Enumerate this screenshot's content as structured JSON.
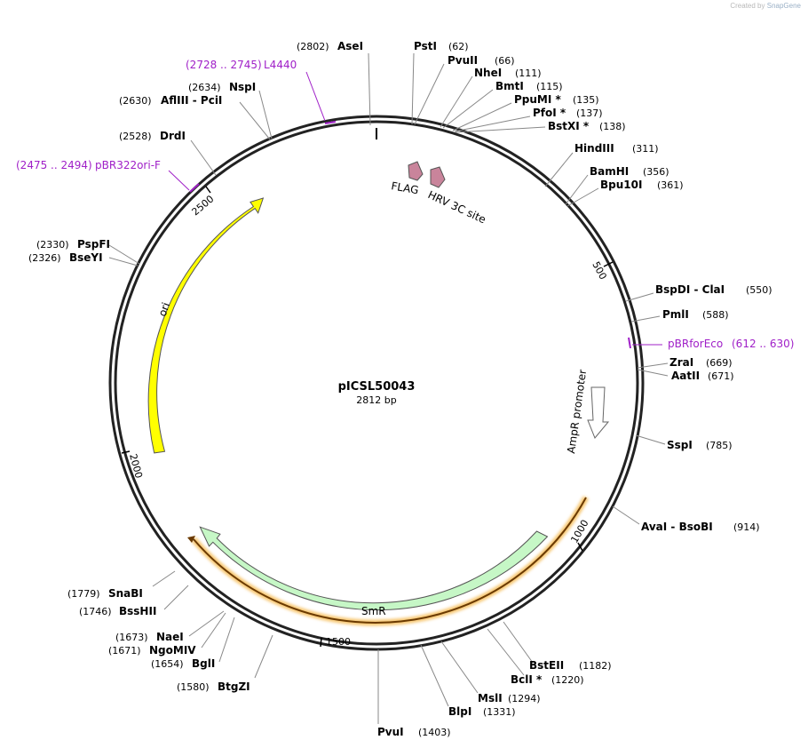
{
  "credit": {
    "prefix": "Created by",
    "brand": "SnapGene"
  },
  "plasmid": {
    "name": "pICSL50043",
    "length_label": "2812 bp",
    "length": 2812
  },
  "ticks": [
    "500",
    "1000",
    "1500",
    "2000",
    "2500"
  ],
  "features": [
    {
      "name": "FLAG",
      "color": "#c9849b"
    },
    {
      "name": "HRV 3C site",
      "color": "#c9849b"
    },
    {
      "name": "AmpR promoter",
      "color": "#ffffff"
    },
    {
      "name": "SmR",
      "color": "#c6f7c6"
    },
    {
      "name": "ori",
      "color": "#ffff00"
    }
  ],
  "primers": [
    {
      "name": "L4440",
      "range": "(2728 .. 2745)"
    },
    {
      "name": "pBR322ori-F",
      "range": "(2475 .. 2494)"
    },
    {
      "name": "pBRforEco",
      "range": "(612 .. 630)"
    }
  ],
  "sites": [
    {
      "name": "AseI",
      "pos": "(2802)"
    },
    {
      "name": "PstI",
      "pos": "(62)"
    },
    {
      "name": "PvuII",
      "pos": "(66)"
    },
    {
      "name": "NheI",
      "pos": "(111)"
    },
    {
      "name": "BmtI",
      "pos": "(115)"
    },
    {
      "name": "PpuMI *",
      "pos": "(135)"
    },
    {
      "name": "PfoI *",
      "pos": "(137)"
    },
    {
      "name": "BstXI *",
      "pos": "(138)"
    },
    {
      "name": "HindIII",
      "pos": "(311)"
    },
    {
      "name": "BamHI",
      "pos": "(356)"
    },
    {
      "name": "Bpu10I",
      "pos": "(361)"
    },
    {
      "name": "BspDI - ClaI",
      "pos": "(550)"
    },
    {
      "name": "PmlI",
      "pos": "(588)"
    },
    {
      "name": "ZraI",
      "pos": "(669)"
    },
    {
      "name": "AatII",
      "pos": "(671)"
    },
    {
      "name": "SspI",
      "pos": "(785)"
    },
    {
      "name": "AvaI - BsoBI",
      "pos": "(914)"
    },
    {
      "name": "BstEII",
      "pos": "(1182)"
    },
    {
      "name": "BclI *",
      "pos": "(1220)"
    },
    {
      "name": "MslI",
      "pos": "(1294)"
    },
    {
      "name": "BlpI",
      "pos": "(1331)"
    },
    {
      "name": "PvuI",
      "pos": "(1403)"
    },
    {
      "name": "BtgZI",
      "pos": "(1580)"
    },
    {
      "name": "BglI",
      "pos": "(1654)"
    },
    {
      "name": "NgoMIV",
      "pos": "(1671)"
    },
    {
      "name": "NaeI",
      "pos": "(1673)"
    },
    {
      "name": "BssHII",
      "pos": "(1746)"
    },
    {
      "name": "SnaBI",
      "pos": "(1779)"
    },
    {
      "name": "BseYI",
      "pos": "(2326)"
    },
    {
      "name": "PspFI",
      "pos": "(2330)"
    },
    {
      "name": "DrdI",
      "pos": "(2528)"
    },
    {
      "name": "AflIII - PciI",
      "pos": "(2630)"
    },
    {
      "name": "NspI",
      "pos": "(2634)"
    }
  ]
}
